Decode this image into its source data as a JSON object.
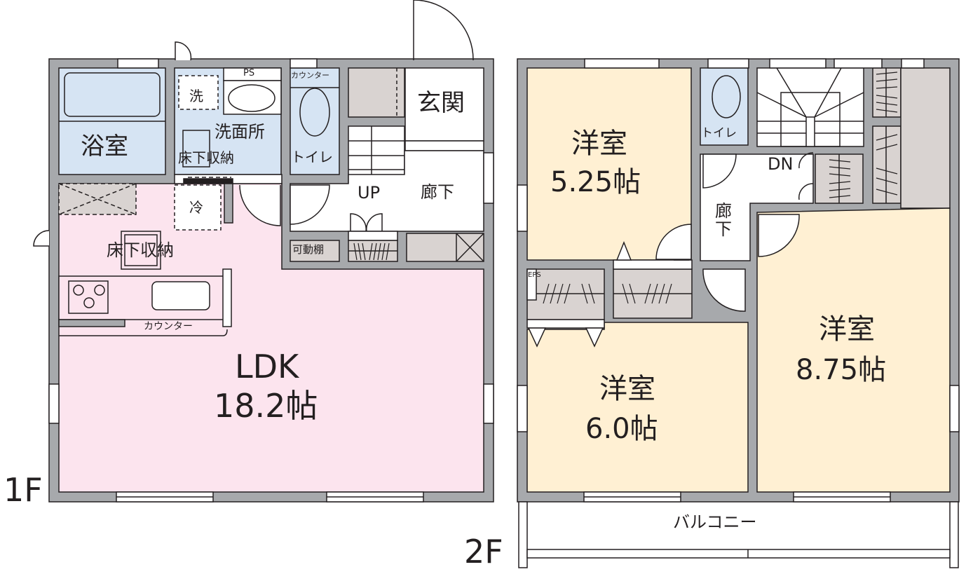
{
  "colors": {
    "wall": "#a7a9ac",
    "outline": "#231f20",
    "ldk": "#fce4ee",
    "wet": "#d6e4f3",
    "western": "#fff0d3",
    "storage": "#d9d3d1",
    "white": "#ffffff"
  },
  "floor1": {
    "label": "1F",
    "rooms": {
      "bath": "浴室",
      "washroom": "洗面所",
      "washroom_underfloor": "床下収納",
      "washer": "洗",
      "ps": "PS",
      "toilet": "トイレ",
      "toilet_counter": "カウンター",
      "entrance": "玄関",
      "hallway": "廊下",
      "stairs_up": "UP",
      "movable_shelf": "可動棚",
      "fridge": "冷",
      "ldk_underfloor": "床下収納",
      "kitchen_counter": "カウンター",
      "ldk_name": "LDK",
      "ldk_size": "18.2帖"
    }
  },
  "floor2": {
    "label": "2F",
    "rooms": {
      "room_a_name": "洋室",
      "room_a_size": "5.25帖",
      "room_b_name": "洋室",
      "room_b_size": "6.0帖",
      "room_c_name": "洋室",
      "room_c_size": "8.75帖",
      "toilet": "トイレ",
      "stairs_down": "DN",
      "hallway": "廊下",
      "eps": "EPS",
      "balcony": "バルコニー"
    }
  }
}
